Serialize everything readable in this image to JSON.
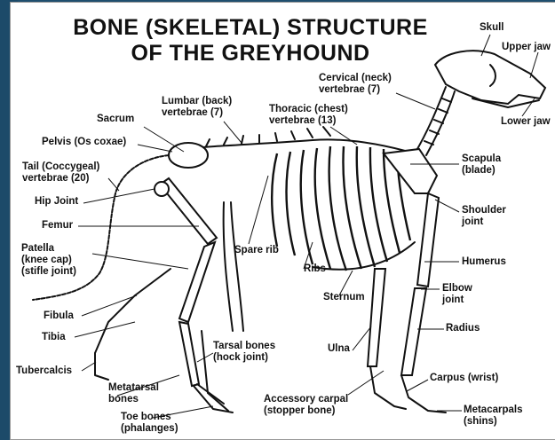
{
  "title_line1": "BONE (SKELETAL) STRUCTURE",
  "title_line2": "OF THE GREYHOUND",
  "labels": {
    "skull": "Skull",
    "upper_jaw": "Upper jaw",
    "lower_jaw": "Lower jaw",
    "cervical": "Cervical (neck)\nvertebrae (7)",
    "thoracic": "Thoracic (chest)\nvertebrae (13)",
    "lumbar": "Lumbar (back)\nvertebrae (7)",
    "sacrum": "Sacrum",
    "pelvis": "Pelvis (Os coxae)",
    "tail": "Tail (Coccygeal)\nvertebrae (20)",
    "hip": "Hip Joint",
    "femur": "Femur",
    "patella": "Patella\n(knee cap)\n(stifle joint)",
    "fibula": "Fibula",
    "tibia": "Tibia",
    "tubercalcis": "Tubercalcis",
    "metatarsal": "Metatarsal\nbones",
    "toe": "Toe bones\n(phalanges)",
    "tarsal": "Tarsal bones\n(hock joint)",
    "spare_rib": "Spare rib",
    "ribs": "Ribs",
    "sternum": "Sternum",
    "ulna": "Ulna",
    "accessory": "Accessory carpal\n(stopper bone)",
    "scapula": "Scapula\n(blade)",
    "shoulder": "Shoulder\njoint",
    "humerus": "Humerus",
    "elbow": "Elbow\njoint",
    "radius": "Radius",
    "carpus": "Carpus (wrist)",
    "metacarpals": "Metacarpals\n(shins)"
  },
  "colors": {
    "background": "#1f4e6e",
    "card": "#ffffff",
    "ink": "#111111"
  }
}
